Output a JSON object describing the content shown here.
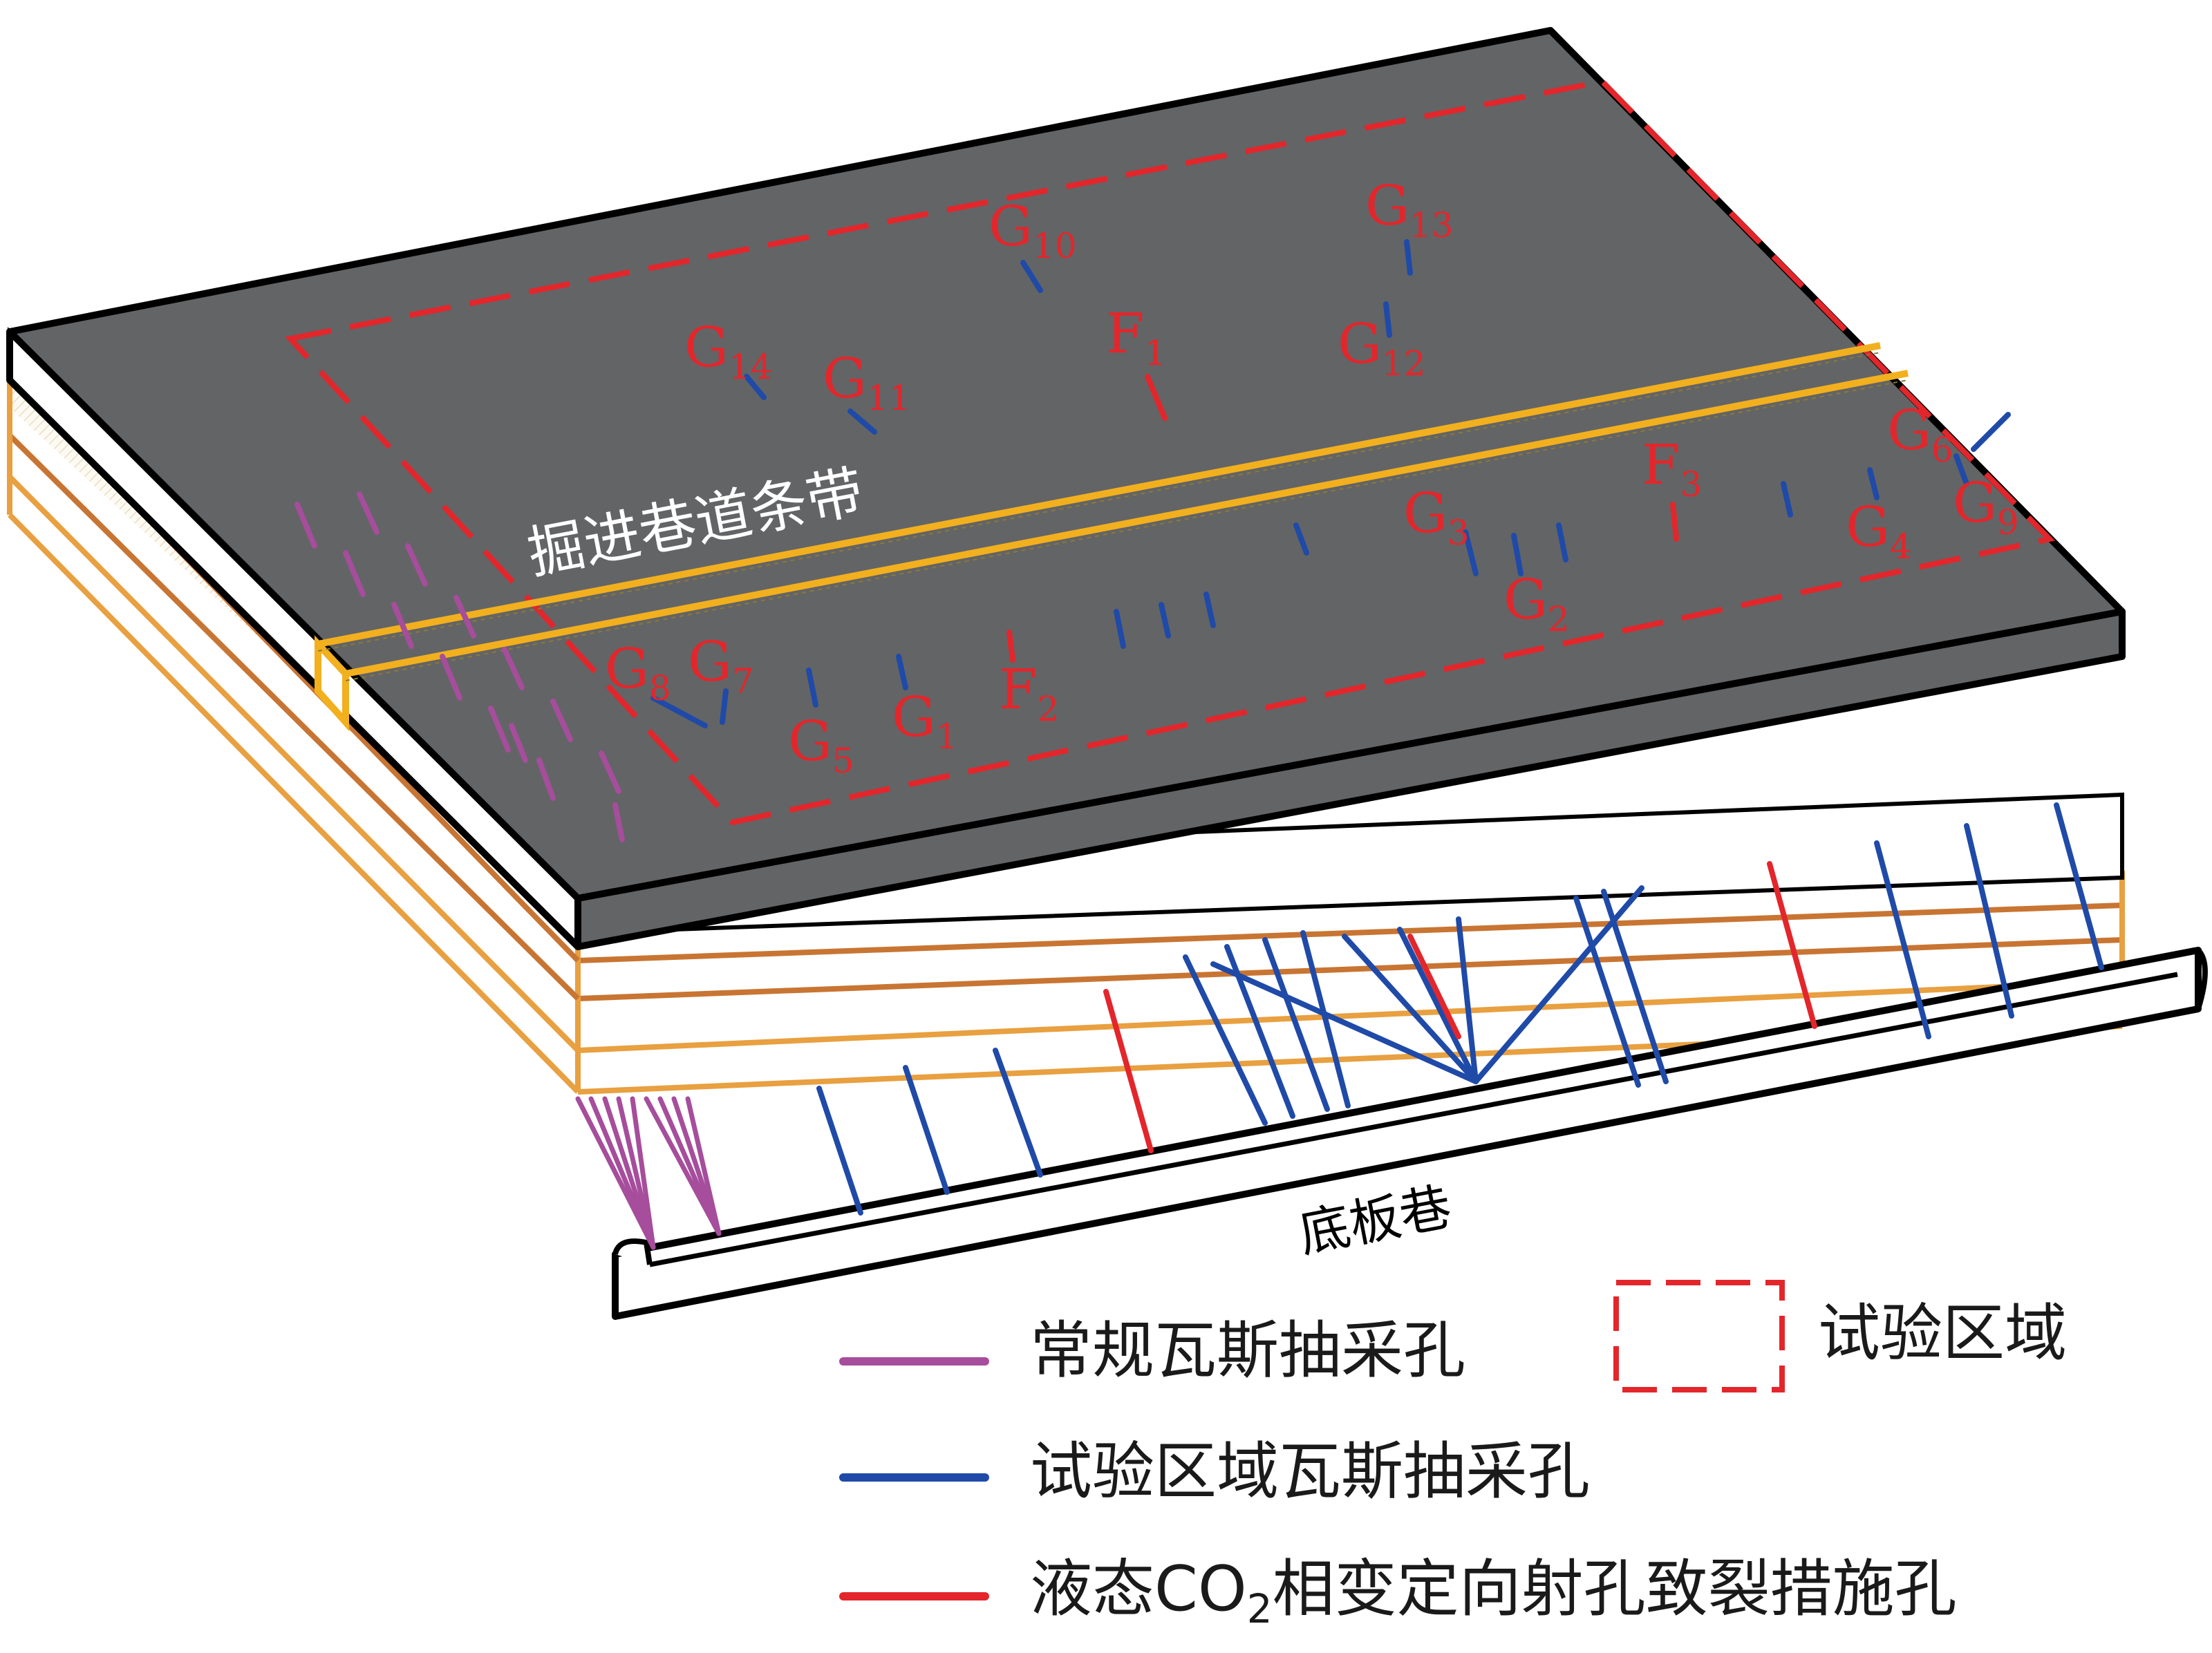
{
  "labels": {
    "roadway_strip": "掘进巷道条带",
    "floor_roadway": "底板巷"
  },
  "hole_labels": [
    {
      "id": "G10",
      "letter": "G",
      "sub": "10"
    },
    {
      "id": "G13",
      "letter": "G",
      "sub": "13"
    },
    {
      "id": "G14",
      "letter": "G",
      "sub": "14"
    },
    {
      "id": "G11",
      "letter": "G",
      "sub": "11"
    },
    {
      "id": "F1",
      "letter": "F",
      "sub": "1"
    },
    {
      "id": "G12",
      "letter": "G",
      "sub": "12"
    },
    {
      "id": "F3",
      "letter": "F",
      "sub": "3"
    },
    {
      "id": "G6",
      "letter": "G",
      "sub": "6"
    },
    {
      "id": "G3",
      "letter": "G",
      "sub": "3"
    },
    {
      "id": "G4",
      "letter": "G",
      "sub": "4"
    },
    {
      "id": "G9",
      "letter": "G",
      "sub": "9"
    },
    {
      "id": "G2",
      "letter": "G",
      "sub": "2"
    },
    {
      "id": "G8",
      "letter": "G",
      "sub": "8"
    },
    {
      "id": "G7",
      "letter": "G",
      "sub": "7"
    },
    {
      "id": "G5",
      "letter": "G",
      "sub": "5"
    },
    {
      "id": "G1",
      "letter": "G",
      "sub": "1"
    },
    {
      "id": "F2",
      "letter": "F",
      "sub": "2"
    }
  ],
  "legend": {
    "conventional": "常规瓦斯抽采孔",
    "test_area": "试验区域",
    "test_drainage": "试验区域瓦斯抽采孔",
    "co2_prefix": "液态CO",
    "co2_sub": "2",
    "co2_suffix": "相变定向射孔致裂措施孔"
  },
  "colors": {
    "coal_seam": "#636466",
    "conventional_hole": "#a64d9c",
    "test_hole": "#1f4aa8",
    "co2_hole": "#e3262b",
    "test_area_outline": "#e3262b",
    "roadway_strip": "#f2b01e",
    "strata_orange": "#e8a040",
    "strata_brown": "#c87533",
    "label_red": "#e3262b"
  }
}
